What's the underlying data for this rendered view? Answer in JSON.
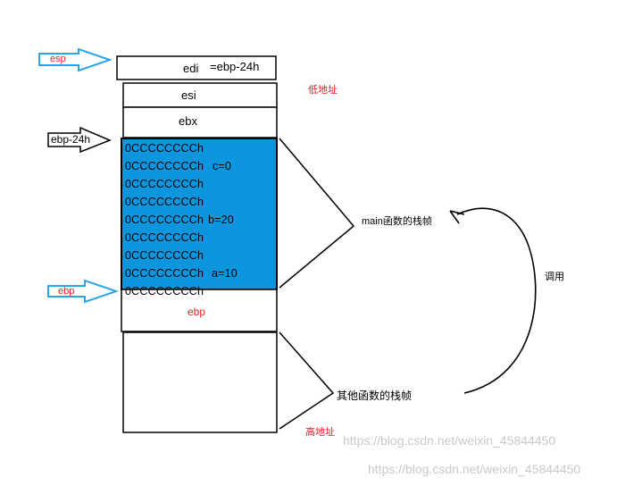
{
  "labels": {
    "esp": "esp",
    "ebp_minus_24h": "ebp-24h",
    "ebp": "ebp"
  },
  "stack": {
    "slot_edi": "edi",
    "slot_edi_note": "=ebp-24h",
    "slot_esi": "esi",
    "slot_ebx": "ebx",
    "slot_ebp": "ebp",
    "cccc_cells": [
      "0CCCCCCCCh",
      "0CCCCCCCCh",
      "0CCCCCCCCh",
      "0CCCCCCCCh",
      "0CCCCCCCCh",
      "0CCCCCCCCh",
      "0CCCCCCCCh",
      "0CCCCCCCCh",
      "0CCCCCCCCh"
    ],
    "var_c": "c=0",
    "var_b": "b=20",
    "var_a": "a=10"
  },
  "annotations": {
    "low_address": "低地址",
    "high_address": "高地址",
    "main_frame": "main函数的栈帧",
    "other_frame": "其他函数的栈帧",
    "call": "调用"
  },
  "watermarks": [
    "https://blog.csdn.net/weixin_45844450",
    "https://blog.csdn.net/weixin_45844450"
  ],
  "colors": {
    "frame_fill": "#0d95dd",
    "arrow_blue": "#2aa5e8",
    "red_text": "#e8202a"
  }
}
